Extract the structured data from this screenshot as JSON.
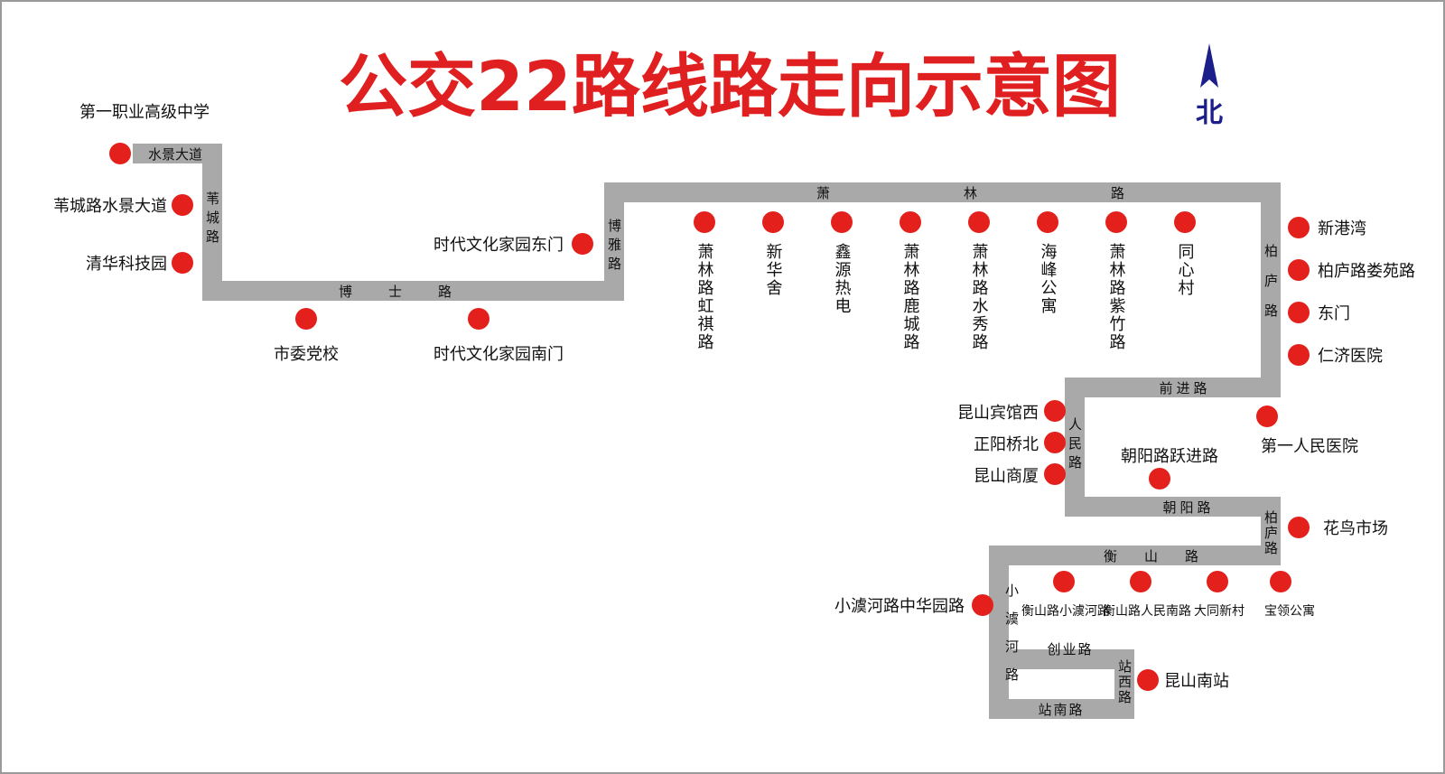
{
  "title": "公交22路线路走向示意图",
  "north_label": "北",
  "colors": {
    "stop": "#e3201b",
    "route": "#a9a9a9",
    "title": "#e02020",
    "north": "#1c1f8a"
  },
  "roads": {
    "shuijing": "水景大道",
    "weicheng": "苇城路",
    "boshi": "博士路",
    "boya": "博雅路",
    "xiaolin": "萧林路",
    "bailu_north": "柏庐路",
    "qianjin": "前进路",
    "renmin": "人民路",
    "chaoyang": "朝阳路",
    "bailu_south": "柏庐路",
    "hengshan": "衡山路",
    "xiaoyuhe": "小澞河路",
    "chuangye": "创业路",
    "zhanxi": "站西路",
    "zhannan": "站南路"
  },
  "stops": {
    "s1": "第一职业高级中学",
    "s2": "苇城路水景大道",
    "s3": "清华科技园",
    "s4": "市委党校",
    "s5": "时代文化家园南门",
    "s6": "时代文化家园东门",
    "s7": "萧林路虹祺路",
    "s8": "新华舍",
    "s9": "鑫源热电",
    "s10": "萧林路鹿城路",
    "s11": "萧林路水秀路",
    "s12": "海峰公寓",
    "s13": "萧林路紫竹路",
    "s14": "同心村",
    "s15": "新港湾",
    "s16": "柏庐路娄苑路",
    "s17": "东门",
    "s18": "仁济医院",
    "s19": "第一人民医院",
    "s20": "昆山宾馆西",
    "s21": "正阳桥北",
    "s22": "昆山商厦",
    "s23": "朝阳路跃进路",
    "s24": "花鸟市场",
    "s25": "小澞河路中华园路",
    "s26": "衡山路小澞河路",
    "s27": "衡山路人民南路",
    "s28": "大同新村",
    "s29": "宝领公寓",
    "s30": "昆山南站"
  }
}
